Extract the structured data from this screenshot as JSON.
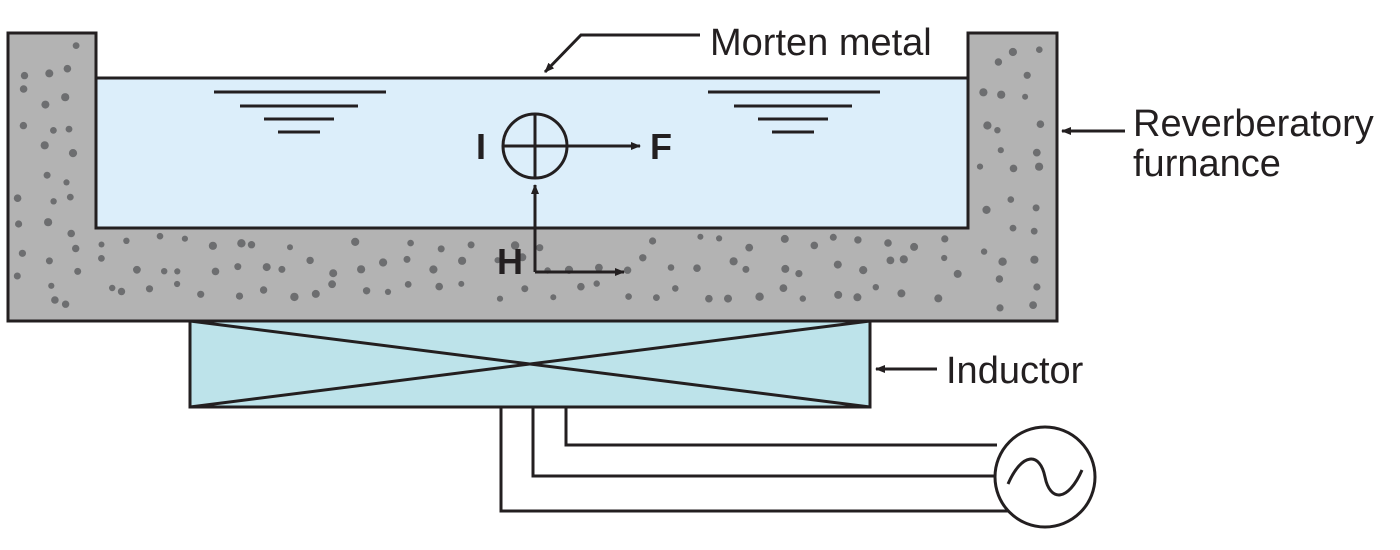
{
  "labels": {
    "molten_metal": "Morten metal",
    "furnace_line1": "Reverberatory",
    "furnace_line2": "furnance",
    "inductor": "Inductor"
  },
  "symbols": {
    "current": "I",
    "force": "F",
    "field": "H"
  },
  "colors": {
    "furnace_fill": "#b3b3b3",
    "furnace_dots": "#6d6e70",
    "metal_fill": "#dceefa",
    "inductor_fill": "#bde3ea",
    "stroke": "#231f20"
  }
}
